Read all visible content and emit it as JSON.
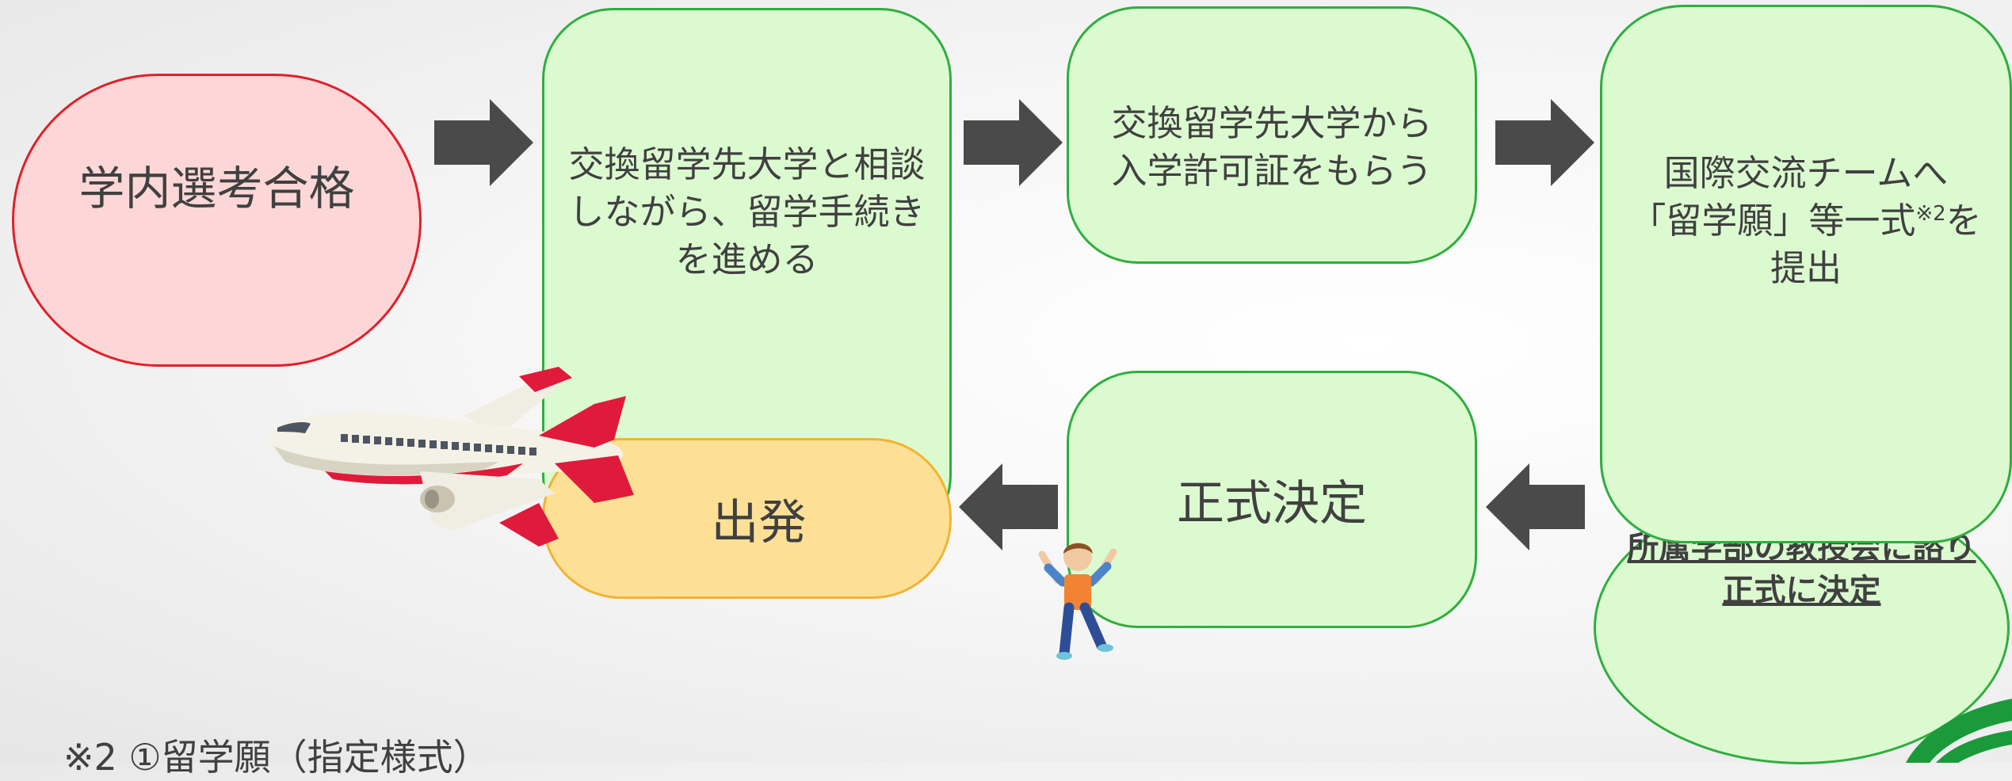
{
  "steps": {
    "pass": "学内選考合格",
    "consult": [
      "交換留学先大学と相談",
      "しながら、留学手続き",
      "を進める"
    ],
    "permit": [
      "交換留学先大学から",
      "入学許可証をもらう"
    ],
    "submit": {
      "line1": "国際交流チームへ",
      "line2_pre": "「留学願」等一式",
      "line2_sup": "※2",
      "line2_post": "を",
      "line3": "提出"
    },
    "faculty": [
      "所属学部の教授会に諮り",
      "正式に決定"
    ],
    "decision": "正式決定",
    "depart": "出発"
  },
  "footnote": "※2 ①留学願（指定様式）",
  "colors": {
    "pass_fill": "#fdd7d7",
    "pass_border": "#e0202a",
    "green_fill": "#dcfad0",
    "green_border": "#2fae3e",
    "depart_fill": "#fde096",
    "depart_border": "#f2b233",
    "arrow": "#4a4a4a"
  },
  "icons": [
    "arrow-right-icon",
    "arrow-left-icon",
    "airplane-icon",
    "jumping-boy-icon",
    "green-swoosh-logo"
  ]
}
